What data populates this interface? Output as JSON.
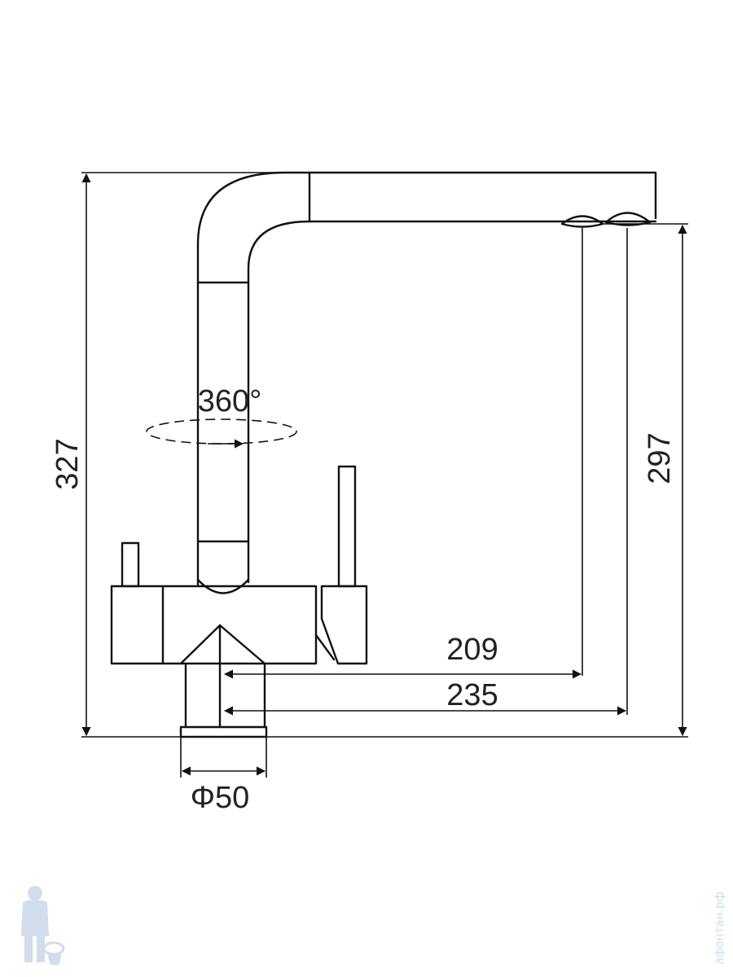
{
  "dimensions": {
    "overall_height": "327",
    "outlet_height": "297",
    "reach_inner": "209",
    "reach_outer": "235",
    "base_diameter": "Φ50",
    "rotation": "360°"
  },
  "watermark": {
    "text": "афонтан.рф",
    "icon": "plumber-mascot-icon",
    "color": "#c9d7e8"
  },
  "colors": {
    "line": "#111111",
    "background": "#ffffff"
  }
}
